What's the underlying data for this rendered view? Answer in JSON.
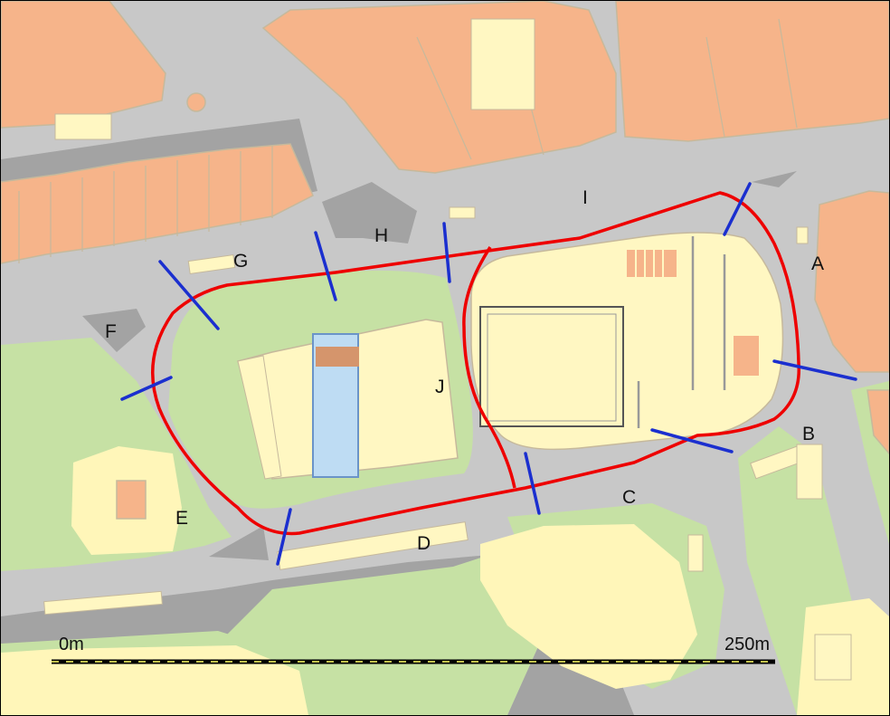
{
  "map": {
    "point_labels": [
      "A",
      "B",
      "C",
      "D",
      "E",
      "F",
      "G",
      "H",
      "I",
      "J"
    ],
    "scale": {
      "start_label": "0m",
      "end_label": "250m"
    },
    "colors": {
      "road": "#c8c8c8",
      "road_dark": "#a3a3a3",
      "building": "#f6b48a",
      "building_outline": "#c6b99c",
      "sports_building": "#fff7c2",
      "green": "#c6e1a4",
      "sand": "#fff6b9",
      "pool": "#bedcf3",
      "brick": "#d5956c",
      "route": "#ee0000",
      "crossing": "#1b2fcf",
      "scale_bar": "#000000",
      "scale_dash": "#ffff66"
    }
  }
}
